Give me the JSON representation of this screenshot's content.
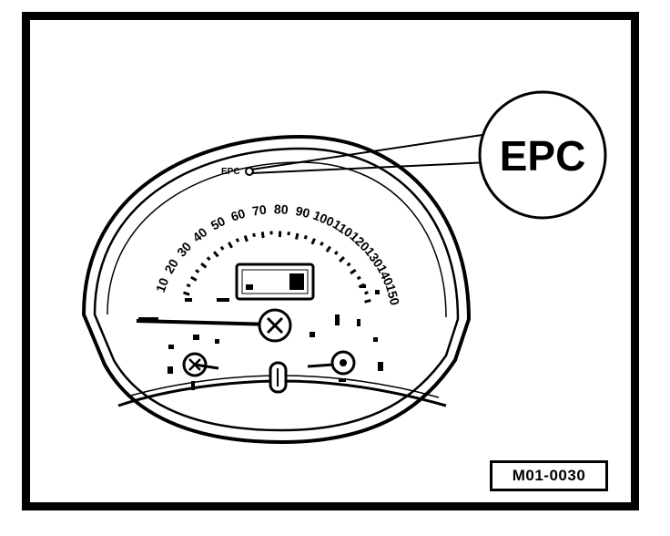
{
  "callout": {
    "label": "EPC"
  },
  "gauge": {
    "indicator_label": "EPC",
    "speed_labels": [
      "10",
      "20",
      "30",
      "40",
      "50",
      "60",
      "70",
      "80",
      "90",
      "100",
      "110",
      "120",
      "130",
      "140",
      "150"
    ]
  },
  "figure_ref": "M01-0030",
  "colors": {
    "ink": "#000000",
    "paper": "#ffffff"
  }
}
